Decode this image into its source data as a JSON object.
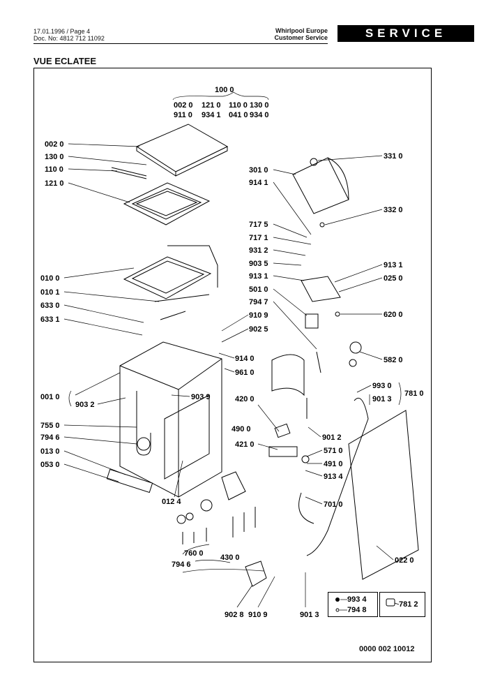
{
  "header": {
    "date_page": "17.01.1996 / Page 4",
    "doc_no": "Doc. No: 4812 712 11092",
    "company": "Whirlpool Europe",
    "department": "Customer Service",
    "badge": "SERVICE"
  },
  "title": "VUE ECLATEE",
  "footer_code": "0000 002 10012",
  "group_top": {
    "main": "100 0",
    "row1": [
      "002 0",
      "121 0",
      "110 0",
      "130 0"
    ],
    "row2": [
      "911 0",
      "934 1",
      "041 0",
      "934 0"
    ]
  },
  "labels_left": [
    "002 0",
    "130 0",
    "110 0",
    "121 0",
    "010 0",
    "010 1",
    "633 0",
    "633 1",
    "001 0",
    "903 2",
    "755 0",
    "794 6",
    "013 0",
    "053 0"
  ],
  "labels_center": [
    "301 0",
    "914 1",
    "717 5",
    "717 1",
    "931 2",
    "903 5",
    "913 1",
    "501 0",
    "794 7",
    "910 9",
    "902 5",
    "914 0",
    "961 0",
    "903 9",
    "420 0",
    "490 0",
    "421 0",
    "012 4",
    "760 0",
    "794 6",
    "430 0",
    "902 8",
    "910 9",
    "901 3",
    "901 2",
    "571 0",
    "491 0",
    "913 4",
    "701 0"
  ],
  "labels_right": [
    "331 0",
    "332 0",
    "913 1",
    "025 0",
    "620 0",
    "582 0",
    "993 0",
    "901 3",
    "781 0",
    "022 0"
  ],
  "legend_box_a": [
    "993 4",
    "794 8"
  ],
  "legend_box_b": "781 2",
  "colors": {
    "ink": "#000000",
    "paper": "#ffffff"
  },
  "icons": [
    "shelf-panel",
    "drawer-frame",
    "cabinet-body",
    "pump-motor",
    "control-panel-cover",
    "door-panel",
    "hose"
  ]
}
